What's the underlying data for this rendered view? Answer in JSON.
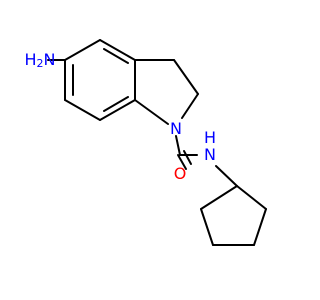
{
  "molecule": {
    "atom_labels": {
      "amine_n": "N",
      "amine_h": "H",
      "amine_sub": "2",
      "ring_n": "N",
      "amide_n": "N",
      "amide_h": "H",
      "oxygen": "O"
    },
    "colors": {
      "nitrogen": "#0000FF",
      "oxygen": "#FF0000",
      "bond": "#000000"
    }
  }
}
